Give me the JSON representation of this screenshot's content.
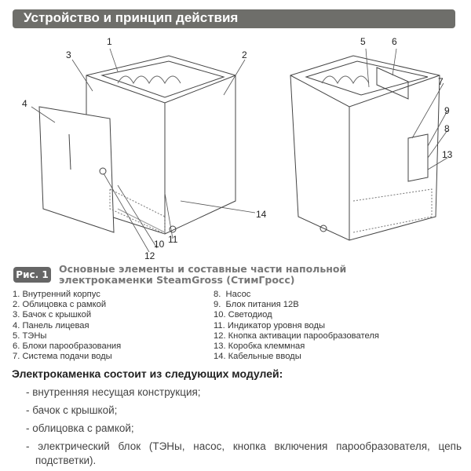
{
  "header": {
    "title": "Устройство и принцип действия"
  },
  "figure": {
    "labels_left": [
      "1",
      "2",
      "3",
      "4",
      "10",
      "11",
      "12",
      "14"
    ],
    "labels_right": [
      "5",
      "6",
      "7",
      "8",
      "9",
      "13"
    ],
    "badge": "Рис. 1",
    "caption_line1": "Основные элементы и составные части напольной",
    "caption_line2": "электрокаменки SteamGross (СтимГросс)"
  },
  "parts_col1": [
    "1. Внутренний корпус",
    "2. Облицовка с рамкой",
    "3. Бачок с крышкой",
    "4. Панель лицевая",
    "5. ТЭНы",
    "6. Блоки парообразования",
    "7. Система подачи воды"
  ],
  "parts_col2": [
    "8.  Насос",
    "9.  Блок питания 12В",
    "10. Светодиод",
    "11. Индикатор уровня воды",
    "12. Кнопка активации парообразователя",
    "13. Коробка клеммная",
    "14. Кабельные вводы"
  ],
  "modules": {
    "heading": "Электрокаменка состоит из следующих модулей:",
    "items": [
      "- внутренняя несущая конструкция;",
      "- бачок с крышкой;",
      "- облицовка с рамкой;",
      "- электрический блок (ТЭНы, насос, кнопка включения парообразователя, цепь подстветки)."
    ]
  }
}
